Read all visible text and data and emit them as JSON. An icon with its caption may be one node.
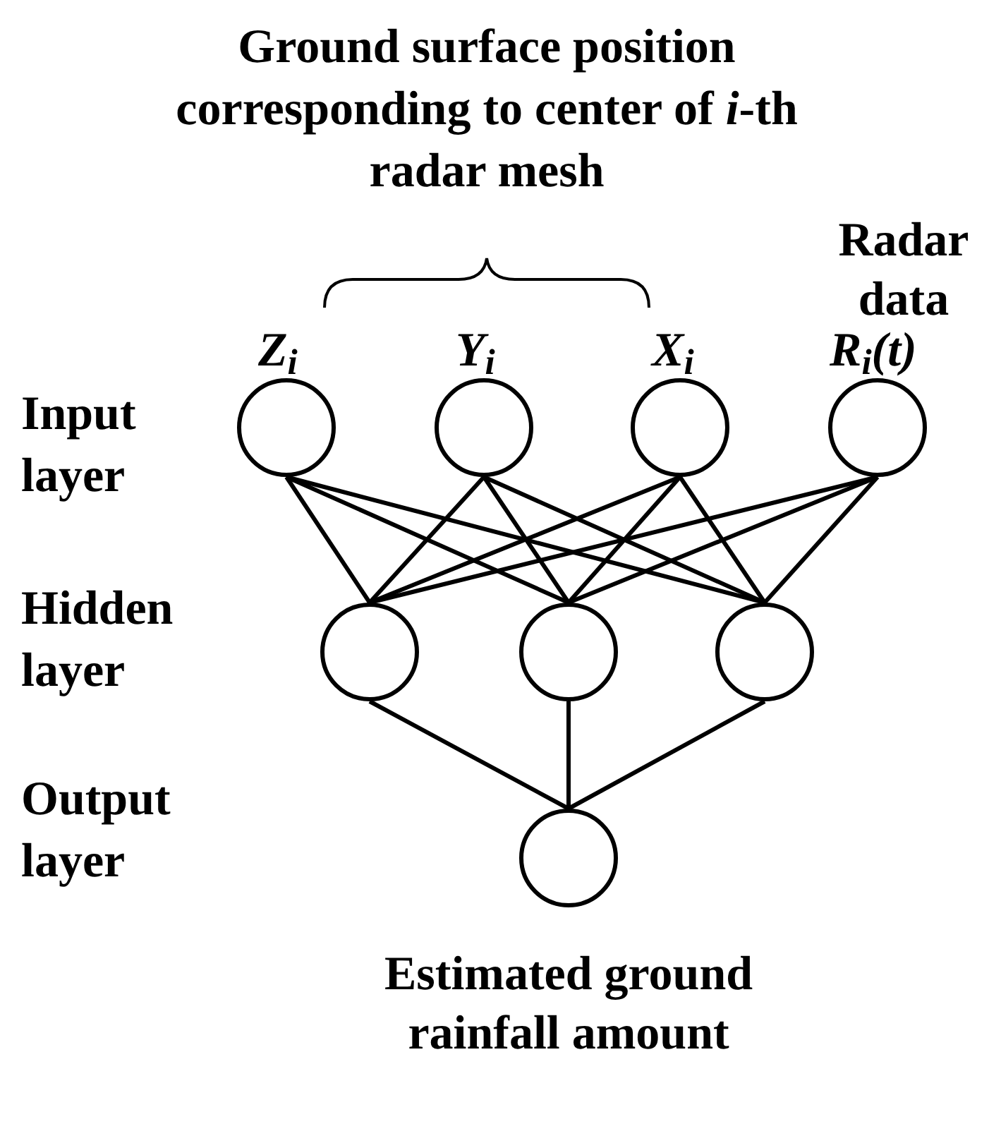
{
  "diagram": {
    "nodes": [
      {
        "text": [],
        "shape": "circle",
        "beside": [
          "Z$_{i}$"
        ]
      },
      {
        "text": [],
        "shape": "circle",
        "beside": [
          "Y$_{i}$"
        ]
      },
      {
        "text": [],
        "shape": "circle",
        "beside": [
          "X$_{i}$"
        ]
      },
      {
        "text": [],
        "shape": "circle",
        "beside": [
          "Radar data",
          "R$_{i}$(t)"
        ]
      },
      {
        "text": [],
        "shape": "circle"
      },
      {
        "text": [],
        "shape": "circle"
      },
      {
        "text": [],
        "shape": "circle"
      },
      {
        "text": [],
        "shape": "circle",
        "beside": [
          "Estimated ground rainfall amount"
        ]
      }
    ],
    "edges": [
      {
        "from": 0,
        "to": 4,
        "arrow": "none"
      },
      {
        "from": 0,
        "to": 5,
        "arrow": "none"
      },
      {
        "from": 0,
        "to": 6,
        "arrow": "none"
      },
      {
        "from": 1,
        "to": 4,
        "arrow": "none"
      },
      {
        "from": 1,
        "to": 5,
        "arrow": "none"
      },
      {
        "from": 1,
        "to": 6,
        "arrow": "none"
      },
      {
        "from": 2,
        "to": 4,
        "arrow": "none"
      },
      {
        "from": 2,
        "to": 5,
        "arrow": "none"
      },
      {
        "from": 2,
        "to": 6,
        "arrow": "none"
      },
      {
        "from": 3,
        "to": 4,
        "arrow": "none"
      },
      {
        "from": 3,
        "to": 5,
        "arrow": "none"
      },
      {
        "from": 3,
        "to": 6,
        "arrow": "none"
      },
      {
        "from": 4,
        "to": 7,
        "arrow": "none"
      },
      {
        "from": 5,
        "to": 7,
        "arrow": "none"
      },
      {
        "from": 6,
        "to": 7,
        "arrow": "none"
      }
    ],
    "labels": [
      "Ground surface position corresponding to center of *i*-th radar mesh",
      "Input layer",
      "Hidden layer",
      "Output layer"
    ]
  }
}
